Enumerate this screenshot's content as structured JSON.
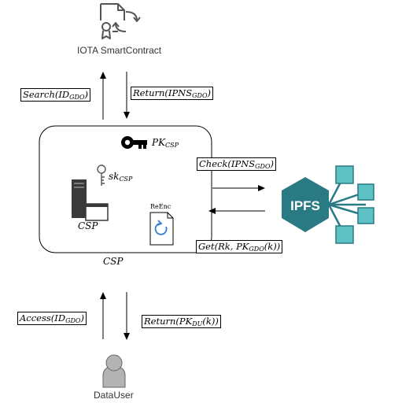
{
  "contract": {
    "label": "IOTA SmartContract",
    "icon": "smart-contract-certificate-icon"
  },
  "csp": {
    "label_outer": "CSP",
    "label_server": "CSP",
    "pk_main": "PK",
    "pk_sub": "CSP",
    "sk_main": "sk",
    "sk_sub": "CSP",
    "reenc_label": "ReEnc",
    "server_icon": "server-icon",
    "key_icon": "key-icon",
    "reenc_icon": "refresh-document-icon"
  },
  "ipfs": {
    "label": "IPFS",
    "fill": "#2a7a83",
    "node_fill": "#5ec2c4"
  },
  "user": {
    "label": "DataUser",
    "icon": "user-icon"
  },
  "arrows": {
    "search": {
      "main": "Search",
      "arg": "ID",
      "sub": "GDO"
    },
    "return_ipns": {
      "main": "Return",
      "arg": "IPNS",
      "sub": "GDO"
    },
    "check": {
      "main": "Check",
      "arg": "IPNS",
      "sub": "GDO"
    },
    "get": {
      "main": "Get",
      "arg": "Rk, PK",
      "sub": "GDO",
      "tail": "(k)"
    },
    "access": {
      "main": "Access",
      "arg": "ID",
      "sub": "GDO"
    },
    "return_pk": {
      "main": "Return",
      "arg": "PK",
      "sub": "DU",
      "tail": "(k)"
    }
  }
}
